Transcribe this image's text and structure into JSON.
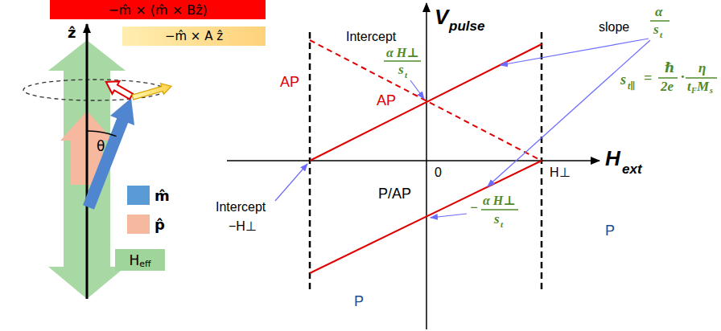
{
  "diagram": {
    "nodes": [
      {
        "text": [
          "−m̂ × (m̂ × Bẑ)"
        ]
      },
      {
        "text": [
          "−m̂ × A ẑ"
        ]
      },
      {
        "text": [
          "m̂"
        ]
      },
      {
        "text": [
          "p̂"
        ]
      },
      {
        "text": [
          "H",
          "eff"
        ]
      }
    ],
    "labels": [
      "ẑ",
      "θ",
      "V",
      "pulse",
      "Intercept",
      "α H⊥",
      "s",
      "t",
      "AP",
      "AP",
      "slope",
      "α",
      "s",
      "t",
      "s",
      "t∥",
      "=",
      "ℏ",
      "2e",
      "·",
      "η",
      "t",
      "F",
      "M",
      "s",
      "H",
      "ext",
      "Intercept",
      "−H⊥",
      "0",
      "H⊥",
      "P/AP",
      "−",
      "α H⊥",
      "s",
      "t",
      "P",
      "P"
    ]
  }
}
